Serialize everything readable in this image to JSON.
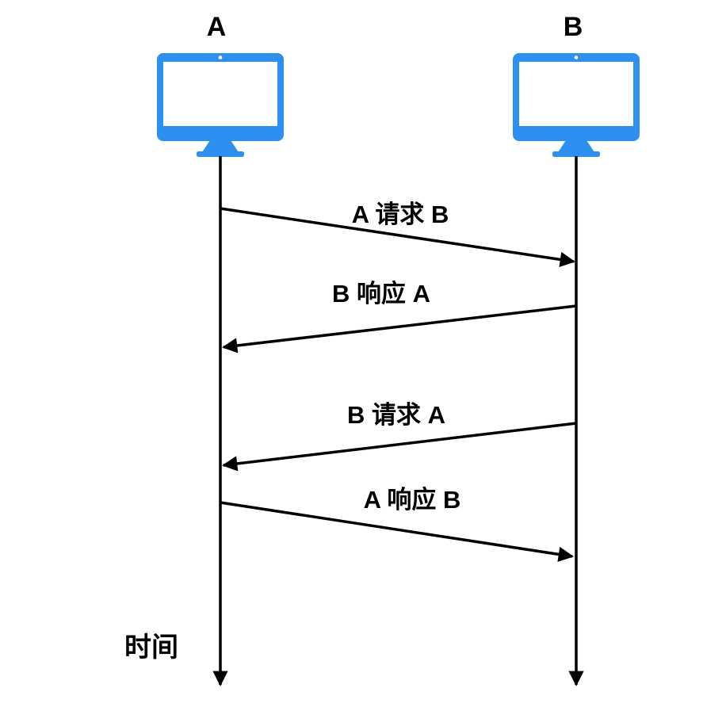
{
  "diagram": {
    "type": "sequence-diagram",
    "hosts": [
      {
        "name": "A"
      },
      {
        "name": "B"
      }
    ],
    "messages": [
      {
        "label": "A 请求 B",
        "from": "A",
        "to": "B"
      },
      {
        "label": "B 响应 A",
        "from": "B",
        "to": "A"
      },
      {
        "label": "B 请求 A",
        "from": "B",
        "to": "A"
      },
      {
        "label": "A 响应 B",
        "from": "A",
        "to": "B"
      }
    ],
    "axis_label": "时间",
    "colors": {
      "monitor": "#2B90F0",
      "ink": "#000000",
      "background": "#FFFFFF"
    }
  }
}
